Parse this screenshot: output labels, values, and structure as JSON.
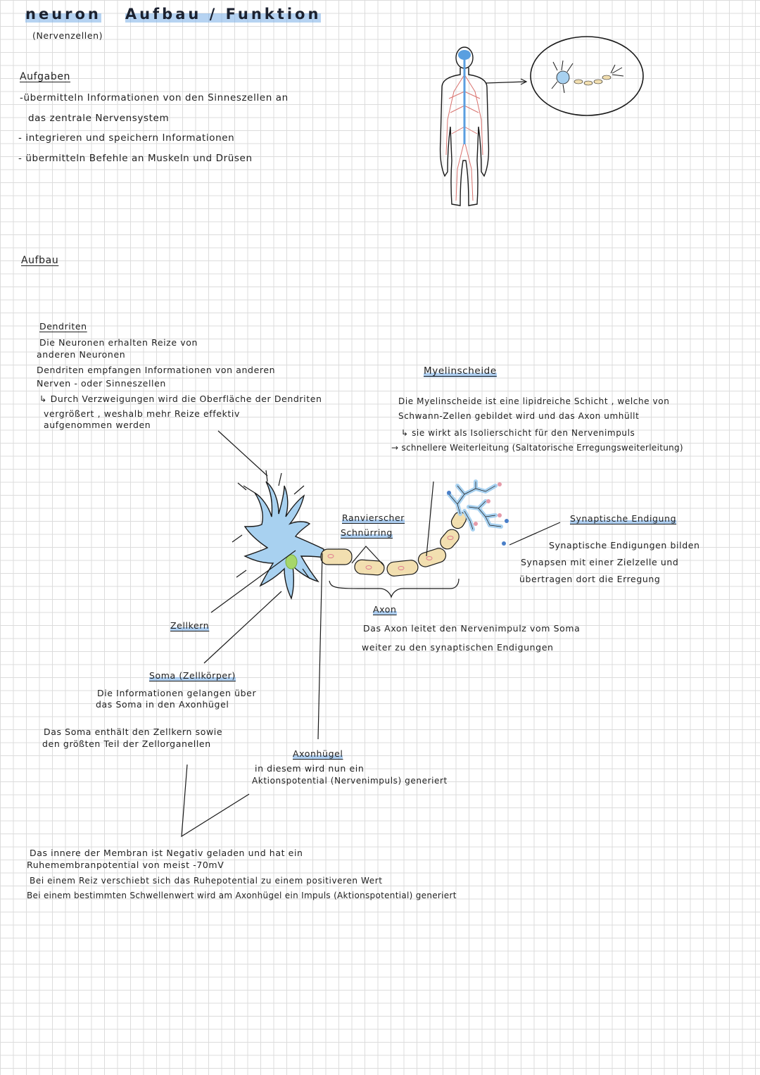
{
  "title": {
    "word1": "neuron",
    "word2": "Aufbau / Funktion"
  },
  "subtitle": "(Nervenzellen)",
  "aufgaben": {
    "heading": "Aufgaben",
    "lines": [
      "-übermitteln Informationen von den Sinneszellen an",
      "das zentrale Nervensystem",
      "- integrieren und speichern Informationen",
      "- übermitteln Befehle an Muskeln und Drüsen"
    ]
  },
  "aufbau": {
    "heading": "Aufbau"
  },
  "dendriten": {
    "label": "Dendriten",
    "lines": [
      "Die Neuronen erhalten Reize von",
      "anderen Neuronen",
      "Dendriten empfangen Informationen von anderen",
      "Nerven - oder Sinneszellen",
      "↳ Durch Verzweigungen wird die Oberfläche der Dendriten",
      "vergrößert , weshalb mehr Reize effektiv",
      "aufgenommen werden"
    ]
  },
  "myelinscheide": {
    "label": "Myelinscheide",
    "lines": [
      "Die Myelinscheide ist eine lipidreiche Schicht , welche von",
      "Schwann-Zellen gebildet wird und das Axon umhüllt",
      "↳ sie wirkt als Isolierschicht für den Nervenimpuls",
      "→ schnellere Weiterleitung (Saltatorische Erregungsweiterleitung)"
    ]
  },
  "ranvier": {
    "line1": "Ranvierscher",
    "line2": "Schnürring"
  },
  "synaptische_endigung": {
    "label": "Synaptische Endigung",
    "lines": [
      "Synaptische Endigungen bilden",
      "Synapsen mit einer Zielzelle und",
      "übertragen dort die Erregung"
    ]
  },
  "axon": {
    "label": "Axon",
    "lines": [
      "Das Axon leitet den Nervenimpulz vom Soma",
      "weiter zu den synaptischen Endigungen"
    ]
  },
  "zellkern": {
    "label": "Zellkern"
  },
  "soma": {
    "label": "Soma (Zellkörper)",
    "lines": [
      "Die Informationen gelangen über",
      "das Soma in den Axonhügel"
    ],
    "lines2": [
      "Das Soma enthält den Zellkern sowie",
      "den größten Teil der Zellorganellen"
    ]
  },
  "axonhuegel": {
    "label": "Axonhügel",
    "lines": [
      "in diesem wird nun ein",
      "Aktionspotential (Nervenimpuls) generiert"
    ]
  },
  "membran": {
    "lines": [
      "Das innere der Membran ist Negativ geladen und hat ein",
      "Ruhemembranpotential von meist -70mV",
      "Bei einem Reiz verschiebt sich das Ruhepotential zu einem positiveren Wert",
      "Bei einem bestimmten Schwellenwert wird am Axonhügel ein Impuls (Aktionspotential) generiert"
    ]
  },
  "colors": {
    "neuron_fill": "#a8d1f0",
    "neuron_stroke": "#1a1a1a",
    "myelin": "#f2dfb0",
    "nucleus": "#a6d66a",
    "nerves": "#d9736f",
    "highlight": "#7aafe8"
  }
}
